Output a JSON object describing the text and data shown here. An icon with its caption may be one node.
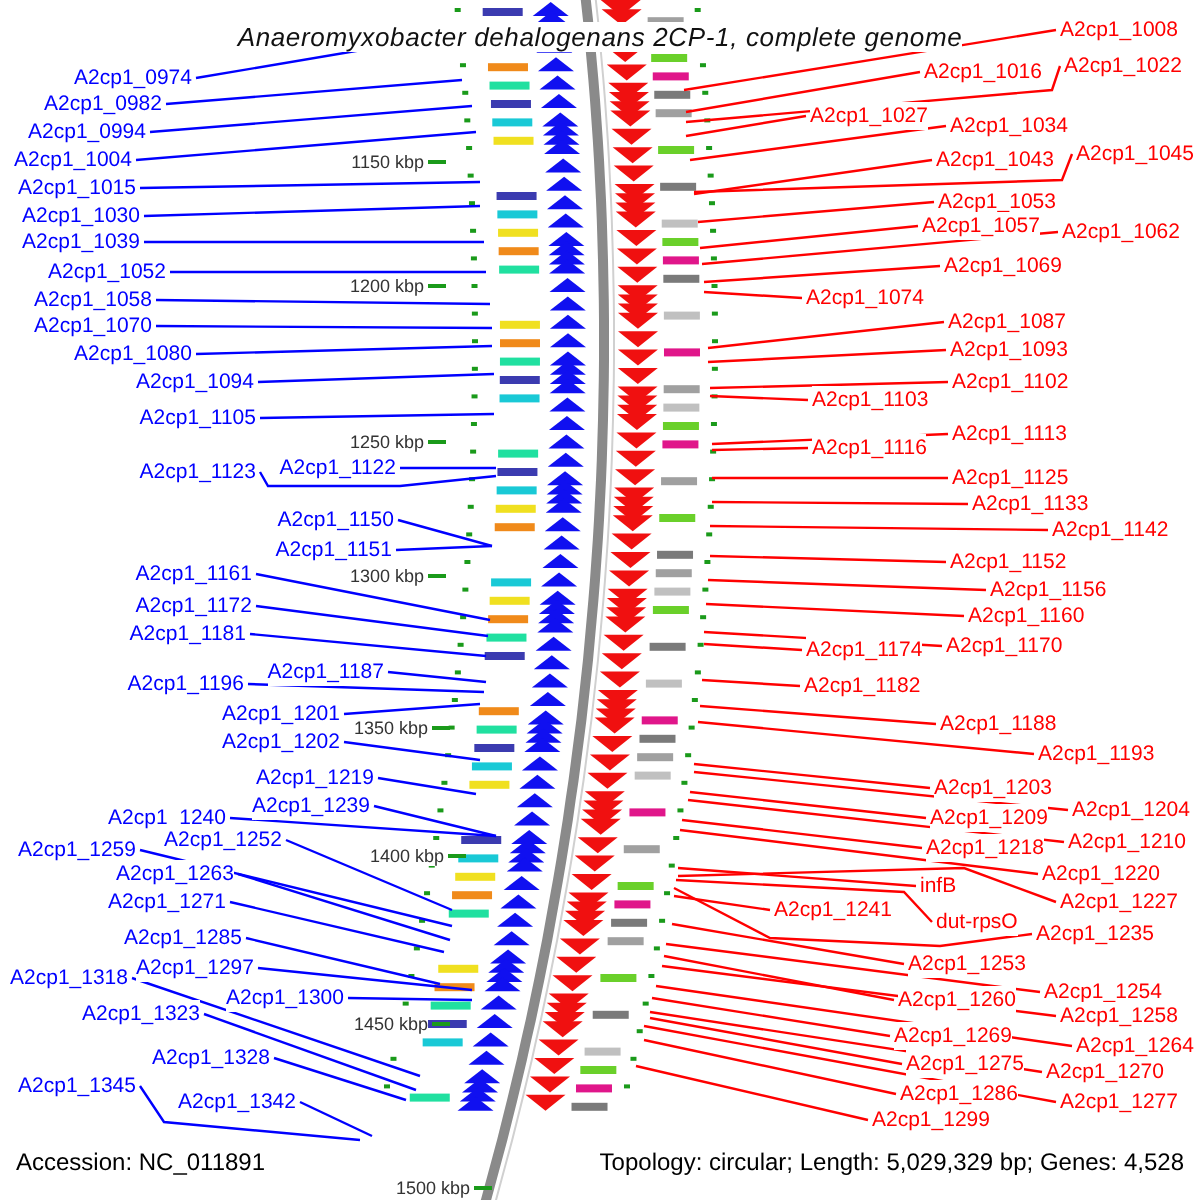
{
  "diagram": {
    "title": "Anaeromyxobacter dehalogenans 2CP-1, complete genome",
    "nodes": [
      {
        "text": [
          "A2cp1_0974"
        ]
      },
      {
        "text": [
          "A2cp1_0982"
        ]
      },
      {
        "text": [
          "A2cp1_0994"
        ]
      },
      {
        "text": [
          "A2cp1_1004"
        ]
      },
      {
        "text": [
          "A2cp1_1015"
        ]
      },
      {
        "text": [
          "A2cp1_1030"
        ]
      },
      {
        "text": [
          "A2cp1_1039"
        ]
      },
      {
        "text": [
          "A2cp1_1052"
        ]
      },
      {
        "text": [
          "A2cp1_1058"
        ]
      },
      {
        "text": [
          "A2cp1_1070"
        ]
      },
      {
        "text": [
          "A2cp1_1080"
        ]
      },
      {
        "text": [
          "A2cp1_1094"
        ]
      },
      {
        "text": [
          "A2cp1_1105"
        ]
      },
      {
        "text": [
          "A2cp1_1123"
        ]
      },
      {
        "text": [
          "A2cp1_1122"
        ]
      },
      {
        "text": [
          "A2cp1_1150"
        ]
      },
      {
        "text": [
          "A2cp1_1151"
        ]
      },
      {
        "text": [
          "A2cp1_1161"
        ]
      },
      {
        "text": [
          "A2cp1_1172"
        ]
      },
      {
        "text": [
          "A2cp1_1181"
        ]
      },
      {
        "text": [
          "A2cp1_1187"
        ]
      },
      {
        "text": [
          "A2cp1_1196"
        ]
      },
      {
        "text": [
          "A2cp1_1201"
        ]
      },
      {
        "text": [
          "A2cp1_1202"
        ]
      },
      {
        "text": [
          "A2cp1_1219"
        ]
      },
      {
        "text": [
          "A2cp1_1240"
        ]
      },
      {
        "text": [
          "A2cp1_1239"
        ]
      },
      {
        "text": [
          "A2cp1_1259"
        ]
      },
      {
        "text": [
          "A2cp1_1252"
        ]
      },
      {
        "text": [
          "A2cp1_1263"
        ]
      },
      {
        "text": [
          "A2cp1_1271"
        ]
      },
      {
        "text": [
          "A2cp1_1285"
        ]
      },
      {
        "text": [
          "A2cp1_1297"
        ]
      },
      {
        "text": [
          "A2cp1_1300"
        ]
      },
      {
        "text": [
          "A2cp1_1318"
        ]
      },
      {
        "text": [
          "A2cp1_1323"
        ]
      },
      {
        "text": [
          "A2cp1_1328"
        ]
      },
      {
        "text": [
          "A2cp1_1345"
        ]
      },
      {
        "text": [
          "A2cp1_1342"
        ]
      },
      {
        "text": [
          "A2cp1_1008"
        ]
      },
      {
        "text": [
          "A2cp1_1016"
        ]
      },
      {
        "text": [
          "A2cp1_1022"
        ]
      },
      {
        "text": [
          "A2cp1_1027"
        ]
      },
      {
        "text": [
          "A2cp1_1034"
        ]
      },
      {
        "text": [
          "A2cp1_1043"
        ]
      },
      {
        "text": [
          "A2cp1_1045"
        ]
      },
      {
        "text": [
          "A2cp1_1053"
        ]
      },
      {
        "text": [
          "A2cp1_1057"
        ]
      },
      {
        "text": [
          "A2cp1_1062"
        ]
      },
      {
        "text": [
          "A2cp1_1069"
        ]
      },
      {
        "text": [
          "A2cp1_1074"
        ]
      },
      {
        "text": [
          "A2cp1_1087"
        ]
      },
      {
        "text": [
          "A2cp1_1093"
        ]
      },
      {
        "text": [
          "A2cp1_1102"
        ]
      },
      {
        "text": [
          "A2cp1_1103"
        ]
      },
      {
        "text": [
          "A2cp1_1113"
        ]
      },
      {
        "text": [
          "A2cp1_1116"
        ]
      },
      {
        "text": [
          "A2cp1_1125"
        ]
      },
      {
        "text": [
          "A2cp1_1133"
        ]
      },
      {
        "text": [
          "A2cp1_1142"
        ]
      },
      {
        "text": [
          "A2cp1_1152"
        ]
      },
      {
        "text": [
          "A2cp1_1156"
        ]
      },
      {
        "text": [
          "A2cp1_1160"
        ]
      },
      {
        "text": [
          "A2cp1_1174"
        ]
      },
      {
        "text": [
          "A2cp1_1170"
        ]
      },
      {
        "text": [
          "A2cp1_1182"
        ]
      },
      {
        "text": [
          "A2cp1_1188"
        ]
      },
      {
        "text": [
          "A2cp1_1193"
        ]
      },
      {
        "text": [
          "A2cp1_1203"
        ]
      },
      {
        "text": [
          "A2cp1_1204"
        ]
      },
      {
        "text": [
          "A2cp1_1209"
        ]
      },
      {
        "text": [
          "A2cp1_1210"
        ]
      },
      {
        "text": [
          "A2cp1_1218"
        ]
      },
      {
        "text": [
          "A2cp1_1220"
        ]
      },
      {
        "text": [
          "infB"
        ]
      },
      {
        "text": [
          "A2cp1_1227"
        ]
      },
      {
        "text": [
          "A2cp1_1241"
        ]
      },
      {
        "text": [
          "dut-rpsO"
        ]
      },
      {
        "text": [
          "A2cp1_1235"
        ]
      },
      {
        "text": [
          "A2cp1_1253"
        ]
      },
      {
        "text": [
          "A2cp1_1254"
        ]
      },
      {
        "text": [
          "A2cp1_1260"
        ]
      },
      {
        "text": [
          "A2cp1_1258"
        ]
      },
      {
        "text": [
          "A2cp1_1264"
        ]
      },
      {
        "text": [
          "A2cp1_1269"
        ]
      },
      {
        "text": [
          "A2cp1_1270"
        ]
      },
      {
        "text": [
          "A2cp1_1275"
        ]
      },
      {
        "text": [
          "A2cp1_1277"
        ]
      },
      {
        "text": [
          "A2cp1_1286"
        ]
      },
      {
        "text": [
          "A2cp1_1299"
        ]
      }
    ],
    "edges": [
      {
        "from": 0,
        "to": null,
        "arrow": "none",
        "color": "#0000ff"
      },
      {
        "from": 1,
        "to": null,
        "arrow": "none",
        "color": "#0000ff"
      },
      {
        "from": 2,
        "to": null,
        "arrow": "none",
        "color": "#0000ff"
      },
      {
        "from": 3,
        "to": null,
        "arrow": "none",
        "color": "#0000ff"
      },
      {
        "from": 4,
        "to": null,
        "arrow": "none",
        "color": "#0000ff"
      },
      {
        "from": 5,
        "to": null,
        "arrow": "none",
        "color": "#0000ff"
      },
      {
        "from": 6,
        "to": null,
        "arrow": "none",
        "color": "#0000ff"
      },
      {
        "from": 7,
        "to": null,
        "arrow": "none",
        "color": "#0000ff"
      },
      {
        "from": 8,
        "to": null,
        "arrow": "none",
        "color": "#0000ff"
      },
      {
        "from": 9,
        "to": null,
        "arrow": "none",
        "color": "#0000ff"
      },
      {
        "from": 10,
        "to": null,
        "arrow": "none",
        "color": "#0000ff"
      },
      {
        "from": 11,
        "to": null,
        "arrow": "none",
        "color": "#0000ff"
      },
      {
        "from": 12,
        "to": null,
        "arrow": "none",
        "color": "#0000ff"
      },
      {
        "from": 13,
        "to": null,
        "arrow": "none",
        "color": "#0000ff"
      },
      {
        "from": 14,
        "to": null,
        "arrow": "none",
        "color": "#0000ff"
      },
      {
        "from": 15,
        "to": null,
        "arrow": "none",
        "color": "#0000ff"
      },
      {
        "from": 16,
        "to": null,
        "arrow": "none",
        "color": "#0000ff"
      },
      {
        "from": 17,
        "to": null,
        "arrow": "none",
        "color": "#0000ff"
      },
      {
        "from": 18,
        "to": null,
        "arrow": "none",
        "color": "#0000ff"
      },
      {
        "from": 19,
        "to": null,
        "arrow": "none",
        "color": "#0000ff"
      },
      {
        "from": 20,
        "to": null,
        "arrow": "none",
        "color": "#0000ff"
      },
      {
        "from": 21,
        "to": null,
        "arrow": "none",
        "color": "#0000ff"
      },
      {
        "from": 22,
        "to": null,
        "arrow": "none",
        "color": "#0000ff"
      },
      {
        "from": 23,
        "to": null,
        "arrow": "none",
        "color": "#0000ff"
      },
      {
        "from": 24,
        "to": null,
        "arrow": "none",
        "color": "#0000ff"
      },
      {
        "from": 25,
        "to": null,
        "arrow": "none",
        "color": "#0000ff"
      },
      {
        "from": 26,
        "to": null,
        "arrow": "none",
        "color": "#0000ff"
      },
      {
        "from": 27,
        "to": null,
        "arrow": "none",
        "color": "#0000ff"
      },
      {
        "from": 28,
        "to": null,
        "arrow": "none",
        "color": "#0000ff"
      },
      {
        "from": 29,
        "to": null,
        "arrow": "none",
        "color": "#0000ff"
      },
      {
        "from": 30,
        "to": null,
        "arrow": "none",
        "color": "#0000ff"
      },
      {
        "from": 31,
        "to": null,
        "arrow": "none",
        "color": "#0000ff"
      },
      {
        "from": 32,
        "to": null,
        "arrow": "none",
        "color": "#0000ff"
      },
      {
        "from": 33,
        "to": null,
        "arrow": "none",
        "color": "#0000ff"
      },
      {
        "from": 34,
        "to": null,
        "arrow": "none",
        "color": "#0000ff"
      },
      {
        "from": 35,
        "to": null,
        "arrow": "none",
        "color": "#0000ff"
      },
      {
        "from": 36,
        "to": null,
        "arrow": "none",
        "color": "#0000ff"
      },
      {
        "from": 37,
        "to": null,
        "arrow": "none",
        "color": "#0000ff"
      },
      {
        "from": 38,
        "to": null,
        "arrow": "none",
        "color": "#0000ff"
      },
      {
        "from": 39,
        "to": null,
        "arrow": "none",
        "color": "#ff0000"
      },
      {
        "from": 40,
        "to": null,
        "arrow": "none",
        "color": "#ff0000"
      },
      {
        "from": 41,
        "to": null,
        "arrow": "none",
        "color": "#ff0000"
      },
      {
        "from": 42,
        "to": null,
        "arrow": "none",
        "color": "#ff0000"
      },
      {
        "from": 43,
        "to": null,
        "arrow": "none",
        "color": "#ff0000"
      },
      {
        "from": 44,
        "to": null,
        "arrow": "none",
        "color": "#ff0000"
      },
      {
        "from": 45,
        "to": null,
        "arrow": "none",
        "color": "#ff0000"
      },
      {
        "from": 46,
        "to": null,
        "arrow": "none",
        "color": "#ff0000"
      },
      {
        "from": 47,
        "to": null,
        "arrow": "none",
        "color": "#ff0000"
      },
      {
        "from": 48,
        "to": null,
        "arrow": "none",
        "color": "#ff0000"
      },
      {
        "from": 49,
        "to": null,
        "arrow": "none",
        "color": "#ff0000"
      },
      {
        "from": 50,
        "to": null,
        "arrow": "none",
        "color": "#ff0000"
      },
      {
        "from": 51,
        "to": null,
        "arrow": "none",
        "color": "#ff0000"
      },
      {
        "from": 52,
        "to": null,
        "arrow": "none",
        "color": "#ff0000"
      },
      {
        "from": 53,
        "to": null,
        "arrow": "none",
        "color": "#ff0000"
      },
      {
        "from": 54,
        "to": null,
        "arrow": "none",
        "color": "#ff0000"
      },
      {
        "from": 55,
        "to": null,
        "arrow": "none",
        "color": "#ff0000"
      },
      {
        "from": 56,
        "to": null,
        "arrow": "none",
        "color": "#ff0000"
      },
      {
        "from": 57,
        "to": null,
        "arrow": "none",
        "color": "#ff0000"
      },
      {
        "from": 58,
        "to": null,
        "arrow": "none",
        "color": "#ff0000"
      },
      {
        "from": 59,
        "to": null,
        "arrow": "none",
        "color": "#ff0000"
      },
      {
        "from": 60,
        "to": null,
        "arrow": "none",
        "color": "#ff0000"
      },
      {
        "from": 61,
        "to": null,
        "arrow": "none",
        "color": "#ff0000"
      },
      {
        "from": 62,
        "to": null,
        "arrow": "none",
        "color": "#ff0000"
      },
      {
        "from": 63,
        "to": null,
        "arrow": "none",
        "color": "#ff0000"
      },
      {
        "from": 64,
        "to": null,
        "arrow": "none",
        "color": "#ff0000"
      },
      {
        "from": 65,
        "to": null,
        "arrow": "none",
        "color": "#ff0000"
      },
      {
        "from": 66,
        "to": null,
        "arrow": "none",
        "color": "#ff0000"
      },
      {
        "from": 67,
        "to": null,
        "arrow": "none",
        "color": "#ff0000"
      },
      {
        "from": 68,
        "to": null,
        "arrow": "none",
        "color": "#ff0000"
      },
      {
        "from": 69,
        "to": null,
        "arrow": "none",
        "color": "#ff0000"
      },
      {
        "from": 70,
        "to": null,
        "arrow": "none",
        "color": "#ff0000"
      },
      {
        "from": 71,
        "to": null,
        "arrow": "none",
        "color": "#ff0000"
      },
      {
        "from": 72,
        "to": null,
        "arrow": "none",
        "color": "#ff0000"
      },
      {
        "from": 73,
        "to": null,
        "arrow": "none",
        "color": "#ff0000"
      },
      {
        "from": 74,
        "to": null,
        "arrow": "none",
        "color": "#ff0000"
      },
      {
        "from": 75,
        "to": null,
        "arrow": "none",
        "color": "#ff0000"
      },
      {
        "from": 76,
        "to": null,
        "arrow": "none",
        "color": "#ff0000"
      },
      {
        "from": 77,
        "to": null,
        "arrow": "none",
        "color": "#ff0000"
      },
      {
        "from": 78,
        "to": null,
        "arrow": "none",
        "color": "#ff0000"
      },
      {
        "from": 79,
        "to": null,
        "arrow": "none",
        "color": "#ff0000"
      },
      {
        "from": 80,
        "to": null,
        "arrow": "none",
        "color": "#ff0000"
      },
      {
        "from": 81,
        "to": null,
        "arrow": "none",
        "color": "#ff0000"
      },
      {
        "from": 82,
        "to": null,
        "arrow": "none",
        "color": "#ff0000"
      },
      {
        "from": 83,
        "to": null,
        "arrow": "none",
        "color": "#ff0000"
      },
      {
        "from": 84,
        "to": null,
        "arrow": "none",
        "color": "#ff0000"
      },
      {
        "from": 85,
        "to": null,
        "arrow": "none",
        "color": "#ff0000"
      },
      {
        "from": 86,
        "to": null,
        "arrow": "none",
        "color": "#ff0000"
      },
      {
        "from": 87,
        "to": null,
        "arrow": "none",
        "color": "#ff0000"
      },
      {
        "from": 88,
        "to": null,
        "arrow": "none",
        "color": "#ff0000"
      },
      {
        "from": 89,
        "to": null,
        "arrow": "none",
        "color": "#ff0000"
      }
    ],
    "labels": [
      "1150 kbp",
      "1200 kbp",
      "1250 kbp",
      "1300 kbp",
      "1350 kbp",
      "1400 kbp",
      "1450 kbp",
      "1500 kbp",
      "Accession: NC_011891",
      "Topology: circular; Length: 5,029,329 bp; Genes: 4,528"
    ]
  }
}
